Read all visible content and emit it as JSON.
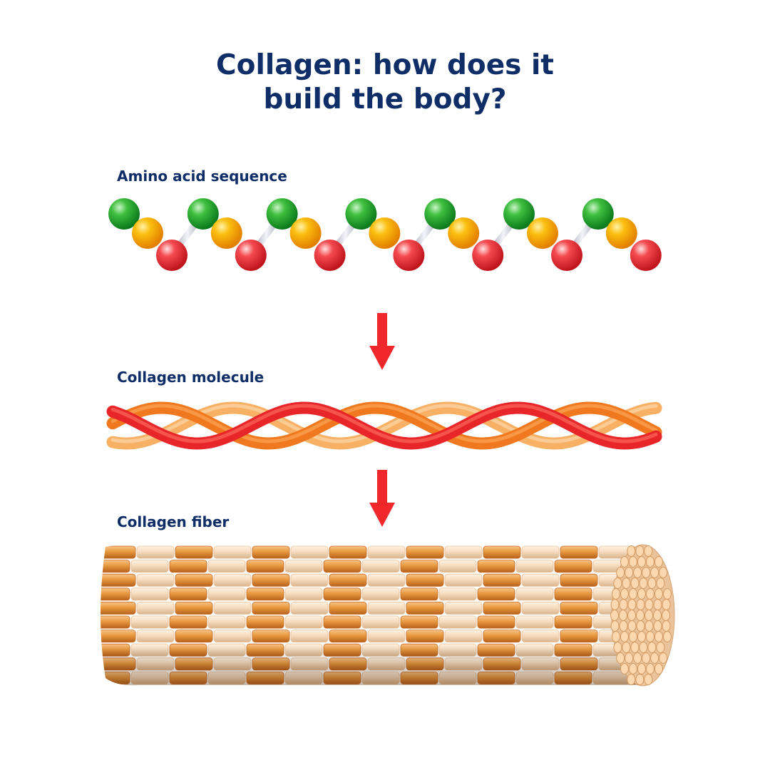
{
  "title": {
    "line1": "Collagen: how does it",
    "line2": "build the body?"
  },
  "stages": {
    "amino_acid_sequence": "Amino acid sequence",
    "collagen_molecule": "Collagen molecule",
    "collagen_fiber": "Collagen fiber"
  },
  "colors": {
    "title_text": "#0f2d66",
    "arrow": "#f0282b",
    "bead_green": "#21a532",
    "bead_orange": "#f9a805",
    "bead_red": "#ef2b32",
    "strand_red": "#e8262a",
    "strand_orange": "#f0781e",
    "strand_light": "#f8b064",
    "fiber_dark_band": "#e38f3d",
    "fiber_light_band": "#f5d7b7"
  },
  "amino_chain": {
    "repeat_units": 7,
    "pattern": [
      "green",
      "orange",
      "red"
    ]
  }
}
